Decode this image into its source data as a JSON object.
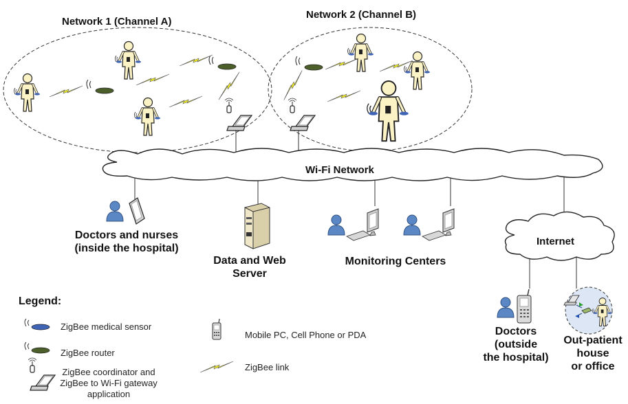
{
  "networks": {
    "network1_label": "Network 1 (Channel A)",
    "network2_label": "Network 2 (Channel B)"
  },
  "clouds": {
    "wifi_label": "Wi-Fi Network",
    "internet_label": "Internet"
  },
  "nodes": {
    "doctors_nurses_line1": "Doctors and nurses",
    "doctors_nurses_line2": "(inside the hospital)",
    "server_line1": "Data and Web",
    "server_line2": "Server",
    "monitoring": "Monitoring Centers",
    "doctors_out_line1": "Doctors",
    "doctors_out_line2": "(outside",
    "doctors_out_line3": "the hospital)",
    "outpatient_line1": "Out-patient",
    "outpatient_line2": "house",
    "outpatient_line3": "or office"
  },
  "legend": {
    "title": "Legend:",
    "sensor": "ZigBee medical sensor",
    "router": "ZigBee router",
    "coordinator_line1": "ZigBee coordinator and",
    "coordinator_line2": "ZigBee to Wi-Fi gateway",
    "coordinator_line3": "application",
    "mobile": "Mobile PC, Cell Phone or PDA",
    "link": "ZigBee link"
  },
  "colors": {
    "person_fill": "#fbf3c6",
    "sensor_blue": "#3f63b5",
    "router_green": "#4c5e2a",
    "bolt_yellow": "#f2ee1e",
    "staff_blue": "#5b87c4",
    "outpatient_circle": "#dde6f5"
  },
  "icons": [
    "patient-icon",
    "sensor-icon",
    "router-icon",
    "zigbee-link-icon",
    "laptop-icon",
    "antenna-icon",
    "staff-icon",
    "tablet-icon",
    "server-icon",
    "monitor-icon",
    "keyboard-icon",
    "cellphone-icon"
  ]
}
